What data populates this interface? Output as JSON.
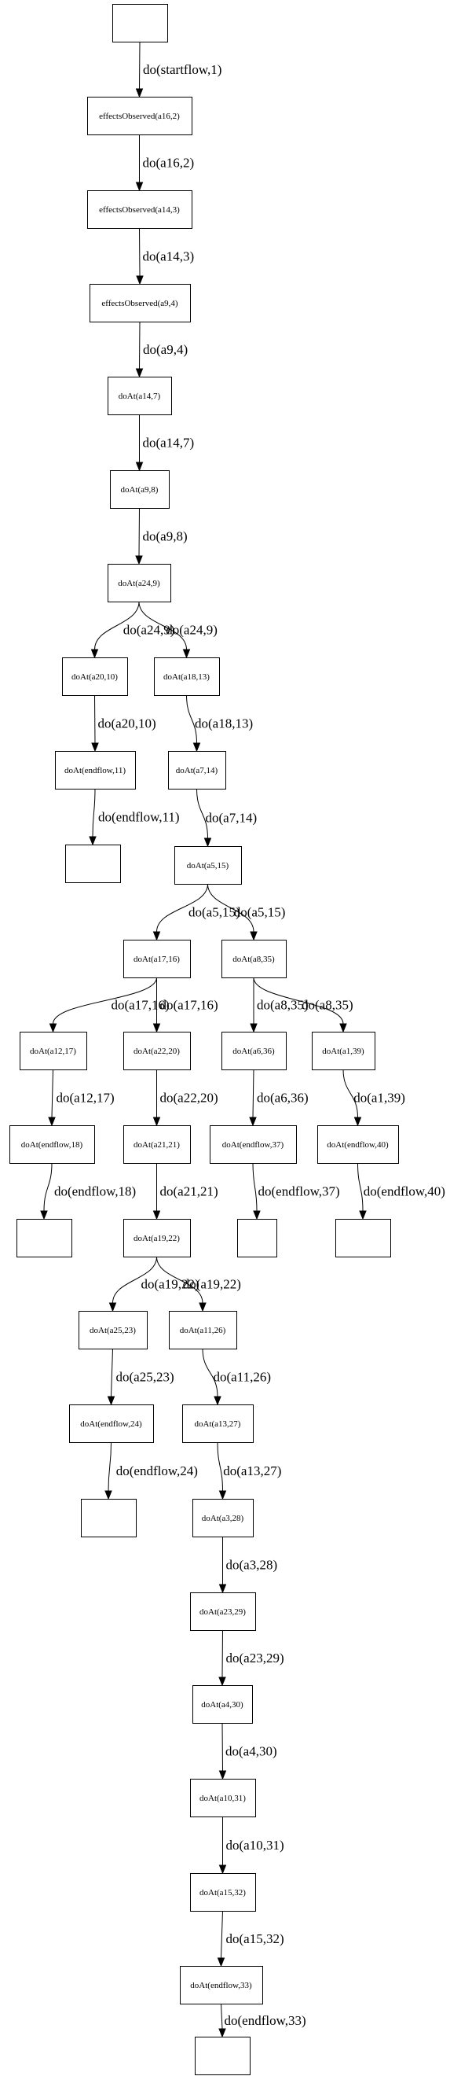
{
  "nodes": [
    {
      "id": "n0",
      "label": ""
    },
    {
      "id": "n1",
      "label": "effectsObserved(a16,2)"
    },
    {
      "id": "n2",
      "label": "effectsObserved(a14,3)"
    },
    {
      "id": "n3",
      "label": "effectsObserved(a9,4)"
    },
    {
      "id": "n4",
      "label": "doAt(a14,7)"
    },
    {
      "id": "n5",
      "label": "doAt(a9,8)"
    },
    {
      "id": "n6",
      "label": "doAt(a24,9)"
    },
    {
      "id": "n7",
      "label": "doAt(a20,10)"
    },
    {
      "id": "n8",
      "label": "doAt(a18,13)"
    },
    {
      "id": "n9",
      "label": "doAt(endflow,11)"
    },
    {
      "id": "n10",
      "label": "doAt(a7,14)"
    },
    {
      "id": "n11",
      "label": ""
    },
    {
      "id": "n12",
      "label": "doAt(a5,15)"
    },
    {
      "id": "n13",
      "label": "doAt(a17,16)"
    },
    {
      "id": "n14",
      "label": "doAt(a8,35)"
    },
    {
      "id": "n15",
      "label": "doAt(a12,17)"
    },
    {
      "id": "n16",
      "label": "doAt(a22,20)"
    },
    {
      "id": "n17",
      "label": "doAt(a6,36)"
    },
    {
      "id": "n18",
      "label": "doAt(a1,39)"
    },
    {
      "id": "n19",
      "label": "doAt(endflow,18)"
    },
    {
      "id": "n20",
      "label": "doAt(a21,21)"
    },
    {
      "id": "n21",
      "label": "doAt(endflow,37)"
    },
    {
      "id": "n22",
      "label": "doAt(endflow,40)"
    },
    {
      "id": "n23",
      "label": ""
    },
    {
      "id": "n24",
      "label": "doAt(a19,22)"
    },
    {
      "id": "n25",
      "label": ""
    },
    {
      "id": "n26",
      "label": ""
    },
    {
      "id": "n27",
      "label": "doAt(a25,23)"
    },
    {
      "id": "n28",
      "label": "doAt(a11,26)"
    },
    {
      "id": "n29",
      "label": "doAt(endflow,24)"
    },
    {
      "id": "n30",
      "label": "doAt(a13,27)"
    },
    {
      "id": "n31",
      "label": ""
    },
    {
      "id": "n32",
      "label": "doAt(a3,28)"
    },
    {
      "id": "n33",
      "label": "doAt(a23,29)"
    },
    {
      "id": "n34",
      "label": "doAt(a4,30)"
    },
    {
      "id": "n35",
      "label": "doAt(a10,31)"
    },
    {
      "id": "n36",
      "label": "doAt(a15,32)"
    },
    {
      "id": "n37",
      "label": "doAt(endflow,33)"
    },
    {
      "id": "n38",
      "label": ""
    }
  ],
  "edges": [
    {
      "from": "n0",
      "to": "n1",
      "label": "do(startflow,1)"
    },
    {
      "from": "n1",
      "to": "n2",
      "label": "do(a16,2)"
    },
    {
      "from": "n2",
      "to": "n3",
      "label": "do(a14,3)"
    },
    {
      "from": "n3",
      "to": "n4",
      "label": "do(a9,4)"
    },
    {
      "from": "n4",
      "to": "n5",
      "label": "do(a14,7)"
    },
    {
      "from": "n5",
      "to": "n6",
      "label": "do(a9,8)"
    },
    {
      "from": "n6",
      "to": "n7",
      "label": "do(a24,9)"
    },
    {
      "from": "n6",
      "to": "n8",
      "label": "do(a24,9)"
    },
    {
      "from": "n7",
      "to": "n9",
      "label": "do(a20,10)"
    },
    {
      "from": "n8",
      "to": "n10",
      "label": "do(a18,13)"
    },
    {
      "from": "n9",
      "to": "n11",
      "label": "do(endflow,11)"
    },
    {
      "from": "n10",
      "to": "n12",
      "label": "do(a7,14)"
    },
    {
      "from": "n12",
      "to": "n13",
      "label": "do(a5,15)"
    },
    {
      "from": "n12",
      "to": "n14",
      "label": "do(a5,15)"
    },
    {
      "from": "n13",
      "to": "n15",
      "label": "do(a17,16)"
    },
    {
      "from": "n13",
      "to": "n16",
      "label": "do(a17,16)"
    },
    {
      "from": "n14",
      "to": "n17",
      "label": "do(a8,35)"
    },
    {
      "from": "n14",
      "to": "n18",
      "label": "do(a8,35)"
    },
    {
      "from": "n15",
      "to": "n19",
      "label": "do(a12,17)"
    },
    {
      "from": "n16",
      "to": "n20",
      "label": "do(a22,20)"
    },
    {
      "from": "n17",
      "to": "n21",
      "label": "do(a6,36)"
    },
    {
      "from": "n18",
      "to": "n22",
      "label": "do(a1,39)"
    },
    {
      "from": "n19",
      "to": "n23",
      "label": "do(endflow,18)"
    },
    {
      "from": "n20",
      "to": "n24",
      "label": "do(a21,21)"
    },
    {
      "from": "n21",
      "to": "n25",
      "label": "do(endflow,37)"
    },
    {
      "from": "n22",
      "to": "n26",
      "label": "do(endflow,40)"
    },
    {
      "from": "n24",
      "to": "n27",
      "label": "do(a19,22)"
    },
    {
      "from": "n24",
      "to": "n28",
      "label": "do(a19,22)"
    },
    {
      "from": "n27",
      "to": "n29",
      "label": "do(a25,23)"
    },
    {
      "from": "n28",
      "to": "n30",
      "label": "do(a11,26)"
    },
    {
      "from": "n29",
      "to": "n31",
      "label": "do(endflow,24)"
    },
    {
      "from": "n30",
      "to": "n32",
      "label": "do(a13,27)"
    },
    {
      "from": "n32",
      "to": "n33",
      "label": "do(a3,28)"
    },
    {
      "from": "n33",
      "to": "n34",
      "label": "do(a23,29)"
    },
    {
      "from": "n34",
      "to": "n35",
      "label": "do(a4,30)"
    },
    {
      "from": "n35",
      "to": "n36",
      "label": "do(a10,31)"
    },
    {
      "from": "n36",
      "to": "n37",
      "label": "do(a15,32)"
    },
    {
      "from": "n37",
      "to": "n38",
      "label": "do(endflow,33)"
    }
  ]
}
